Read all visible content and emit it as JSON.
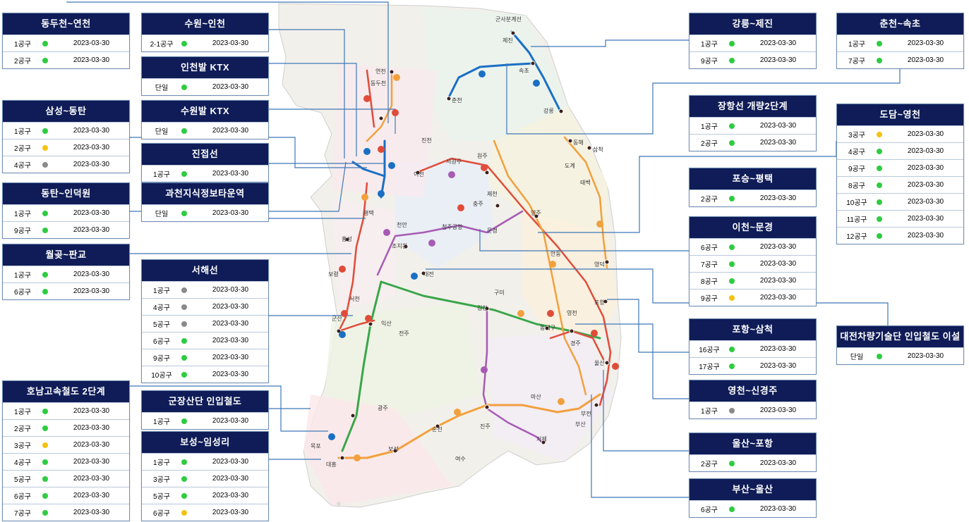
{
  "status_colors": {
    "green": "#2ecc40",
    "yellow": "#f5c211",
    "gray": "#8a8a8a"
  },
  "panels": [
    {
      "title": "동두천~연천",
      "rows": [
        {
          "name": "1공구",
          "status": "green",
          "date": "2023-03-30"
        },
        {
          "name": "2공구",
          "status": "green",
          "date": "2023-03-30"
        }
      ]
    },
    {
      "title": "삼성~동탄",
      "rows": [
        {
          "name": "1공구",
          "status": "green",
          "date": "2023-03-30"
        },
        {
          "name": "2공구",
          "status": "yellow",
          "date": "2023-03-30"
        },
        {
          "name": "4공구",
          "status": "gray",
          "date": "2023-03-30"
        }
      ]
    },
    {
      "title": "동탄~인덕원",
      "rows": [
        {
          "name": "1공구",
          "status": "green",
          "date": "2023-03-30"
        },
        {
          "name": "9공구",
          "status": "green",
          "date": "2023-03-30"
        }
      ]
    },
    {
      "title": "월곶~판교",
      "rows": [
        {
          "name": "1공구",
          "status": "green",
          "date": "2023-03-30"
        },
        {
          "name": "6공구",
          "status": "green",
          "date": "2023-03-30"
        }
      ]
    },
    {
      "title": "호남고속철도 2단계",
      "rows": [
        {
          "name": "1공구",
          "status": "green",
          "date": "2023-03-30"
        },
        {
          "name": "2공구",
          "status": "green",
          "date": "2023-03-30"
        },
        {
          "name": "3공구",
          "status": "yellow",
          "date": "2023-03-30"
        },
        {
          "name": "4공구",
          "status": "green",
          "date": "2023-03-30"
        },
        {
          "name": "5공구",
          "status": "green",
          "date": "2023-03-30"
        },
        {
          "name": "6공구",
          "status": "green",
          "date": "2023-03-30"
        },
        {
          "name": "7공구",
          "status": "green",
          "date": "2023-03-30"
        }
      ]
    },
    {
      "title": "수원~인천",
      "rows": [
        {
          "name": "2-1공구",
          "status": "green",
          "date": "2023-03-30"
        }
      ]
    },
    {
      "title": "인천발 KTX",
      "rows": [
        {
          "name": "단일",
          "status": "green",
          "date": "2023-03-30"
        }
      ]
    },
    {
      "title": "수원발 KTX",
      "rows": [
        {
          "name": "단일",
          "status": "green",
          "date": "2023-03-30"
        }
      ]
    },
    {
      "title": "진접선",
      "rows": [
        {
          "name": "1공구",
          "status": "green",
          "date": "2023-03-30"
        }
      ]
    },
    {
      "title": "과천지식정보타운역",
      "rows": [
        {
          "name": "단일",
          "status": "green",
          "date": "2023-03-30"
        }
      ]
    },
    {
      "title": "서해선",
      "rows": [
        {
          "name": "1공구",
          "status": "gray",
          "date": "2023-03-30"
        },
        {
          "name": "4공구",
          "status": "gray",
          "date": "2023-03-30"
        },
        {
          "name": "5공구",
          "status": "gray",
          "date": "2023-03-30"
        },
        {
          "name": "6공구",
          "status": "green",
          "date": "2023-03-30"
        },
        {
          "name": "9공구",
          "status": "green",
          "date": "2023-03-30"
        },
        {
          "name": "10공구",
          "status": "green",
          "date": "2023-03-30"
        }
      ]
    },
    {
      "title": "군장산단 인입철도",
      "rows": [
        {
          "name": "1공구",
          "status": "green",
          "date": "2023-03-30"
        }
      ]
    },
    {
      "title": "보성~임성리",
      "rows": [
        {
          "name": "1공구",
          "status": "green",
          "date": "2023-03-30"
        },
        {
          "name": "3공구",
          "status": "green",
          "date": "2023-03-30"
        },
        {
          "name": "5공구",
          "status": "green",
          "date": "2023-03-30"
        },
        {
          "name": "6공구",
          "status": "yellow",
          "date": "2023-03-30"
        }
      ]
    },
    {
      "title": "강릉~제진",
      "rows": [
        {
          "name": "1공구",
          "status": "green",
          "date": "2023-03-30"
        },
        {
          "name": "9공구",
          "status": "green",
          "date": "2023-03-30"
        }
      ]
    },
    {
      "title": "장항선 개량2단계",
      "rows": [
        {
          "name": "1공구",
          "status": "green",
          "date": "2023-03-30"
        },
        {
          "name": "2공구",
          "status": "green",
          "date": "2023-03-30"
        }
      ]
    },
    {
      "title": "포승~평택",
      "rows": [
        {
          "name": "2공구",
          "status": "green",
          "date": "2023-03-30"
        }
      ]
    },
    {
      "title": "이천~문경",
      "rows": [
        {
          "name": "6공구",
          "status": "green",
          "date": "2023-03-30"
        },
        {
          "name": "7공구",
          "status": "green",
          "date": "2023-03-30"
        },
        {
          "name": "8공구",
          "status": "green",
          "date": "2023-03-30"
        },
        {
          "name": "9공구",
          "status": "yellow",
          "date": "2023-03-30"
        }
      ]
    },
    {
      "title": "포항~삼척",
      "rows": [
        {
          "name": "16공구",
          "status": "green",
          "date": "2023-03-30"
        },
        {
          "name": "17공구",
          "status": "green",
          "date": "2023-03-30"
        }
      ]
    },
    {
      "title": "영천~신경주",
      "rows": [
        {
          "name": "1공구",
          "status": "gray",
          "date": "2023-03-30"
        }
      ]
    },
    {
      "title": "울산~포항",
      "rows": [
        {
          "name": "2공구",
          "status": "green",
          "date": "2023-03-30"
        }
      ]
    },
    {
      "title": "부산~울산",
      "rows": [
        {
          "name": "6공구",
          "status": "green",
          "date": "2023-03-30"
        }
      ]
    },
    {
      "title": "춘천~속초",
      "rows": [
        {
          "name": "1공구",
          "status": "green",
          "date": "2023-03-30"
        },
        {
          "name": "7공구",
          "status": "green",
          "date": "2023-03-30"
        }
      ]
    },
    {
      "title": "도담~영천",
      "rows": [
        {
          "name": "3공구",
          "status": "yellow",
          "date": "2023-03-30"
        },
        {
          "name": "4공구",
          "status": "green",
          "date": "2023-03-30"
        },
        {
          "name": "9공구",
          "status": "green",
          "date": "2023-03-30"
        },
        {
          "name": "8공구",
          "status": "green",
          "date": "2023-03-30"
        },
        {
          "name": "10공구",
          "status": "green",
          "date": "2023-03-30"
        },
        {
          "name": "11공구",
          "status": "green",
          "date": "2023-03-30"
        },
        {
          "name": "12공구",
          "status": "green",
          "date": "2023-03-30"
        }
      ]
    },
    {
      "title": "대전차량기술단 인입철도 이설",
      "rows": [
        {
          "name": "단일",
          "status": "green",
          "date": "2023-03-30"
        }
      ]
    }
  ],
  "map": {
    "stations": [
      {
        "label": "군사분계선"
      },
      {
        "label": "제진"
      },
      {
        "label": "속초"
      },
      {
        "label": "강릉"
      },
      {
        "label": "춘천"
      },
      {
        "label": "동해"
      },
      {
        "label": "삼척"
      },
      {
        "label": "도계"
      },
      {
        "label": "태백"
      },
      {
        "label": "영주"
      },
      {
        "label": "안동"
      },
      {
        "label": "영덕"
      },
      {
        "label": "포항"
      },
      {
        "label": "영천"
      },
      {
        "label": "경주"
      },
      {
        "label": "울산"
      },
      {
        "label": "부전"
      },
      {
        "label": "부산"
      },
      {
        "label": "동대구"
      },
      {
        "label": "김천"
      },
      {
        "label": "구미"
      },
      {
        "label": "대전"
      },
      {
        "label": "조치원"
      },
      {
        "label": "천안"
      },
      {
        "label": "충주"
      },
      {
        "label": "원주"
      },
      {
        "label": "제천"
      },
      {
        "label": "이천"
      },
      {
        "label": "서원주"
      },
      {
        "label": "홍성"
      },
      {
        "label": "보령"
      },
      {
        "label": "서천"
      },
      {
        "label": "군산"
      },
      {
        "label": "익산"
      },
      {
        "label": "전주"
      },
      {
        "label": "광주"
      },
      {
        "label": "목포"
      },
      {
        "label": "보성"
      },
      {
        "label": "순천"
      },
      {
        "label": "진주"
      },
      {
        "label": "마산"
      },
      {
        "label": "거제"
      },
      {
        "label": "여수"
      },
      {
        "label": "문경"
      },
      {
        "label": "연천"
      },
      {
        "label": "동두천"
      },
      {
        "label": "평택"
      },
      {
        "label": "진천"
      },
      {
        "label": "청주공항"
      },
      {
        "label": "대흥"
      }
    ]
  }
}
